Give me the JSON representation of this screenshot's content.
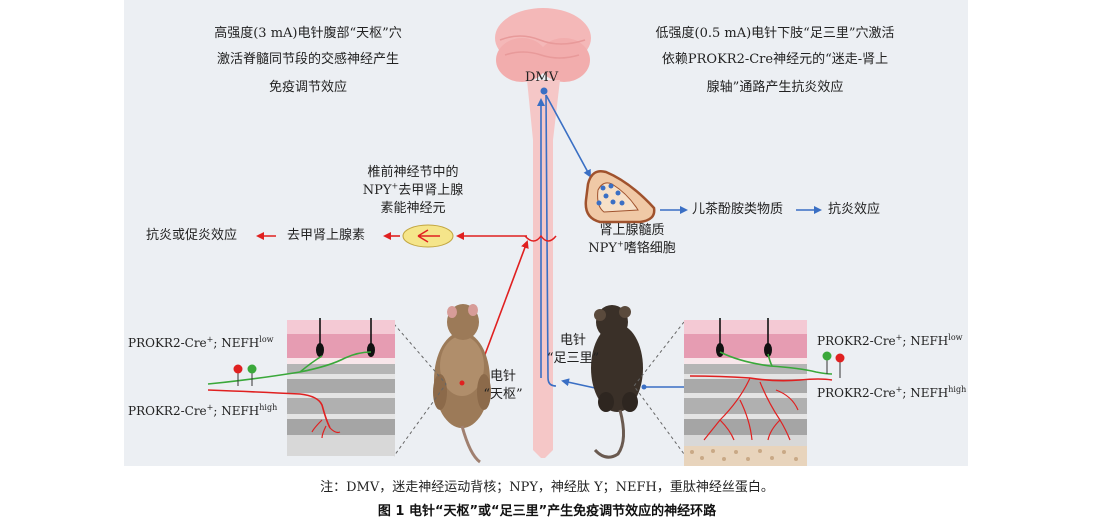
{
  "left_text": {
    "line1": "高强度(3 mA)电针腹部“天枢”穴",
    "line2": "激活脊髓同节段的交感神经产生",
    "line3": "免疫调节效应"
  },
  "right_text": {
    "line1": "低强度(0.5 mA)电针下肢“足三里”穴激活",
    "line2": "依赖PROKR2-Cre神经元的“迷走-肾上",
    "line3": "腺轴”通路产生抗炎效应"
  },
  "dmv_label": "DMV",
  "ganglion": {
    "line1": "椎前神经节中的",
    "line2_prefix": "NPY",
    "line2_sup": "+",
    "line2_suffix": "去甲肾上腺",
    "line3": "素能神经元"
  },
  "norepinephrine": "去甲肾上腺素",
  "left_effect": "抗炎或促炎效应",
  "adrenal": {
    "line1": "肾上腺髓质",
    "line2_prefix": "NPY",
    "line2_sup": "+",
    "line2_suffix": "嗜铬细胞"
  },
  "catecholamine": "儿茶酚胺类物质",
  "right_effect": "抗炎效应",
  "ea_tianshu": {
    "line1": "电针",
    "line2": "“天枢”"
  },
  "ea_zusanli": {
    "line1": "电针",
    "line2": "“足三里”"
  },
  "left_low": {
    "prefix": "PROKR2-Cre",
    "sup1": "+",
    "middle": "; NEFH",
    "sup2": "low"
  },
  "left_high": {
    "prefix": "PROKR2-Cre",
    "sup1": "+",
    "middle": "; NEFH",
    "sup2": "high"
  },
  "right_low": {
    "prefix": "PROKR2-Cre",
    "sup1": "+",
    "middle": "; NEFH",
    "sup2": "low"
  },
  "right_high": {
    "prefix": "PROKR2-Cre",
    "sup1": "+",
    "middle": "; NEFH",
    "sup2": "high"
  },
  "footnote": "注：DMV，迷走神经运动背核；NPY，神经肽 Y；NEFH，重肽神经丝蛋白。",
  "caption": "图 1    电针“天枢”或“足三里”产生免疫调节效应的神经环路",
  "colors": {
    "red_path": "#e02020",
    "blue_path": "#3a6fc4",
    "green_fiber": "#3aa83a",
    "spinal_cord": "#f5c7c7"
  }
}
